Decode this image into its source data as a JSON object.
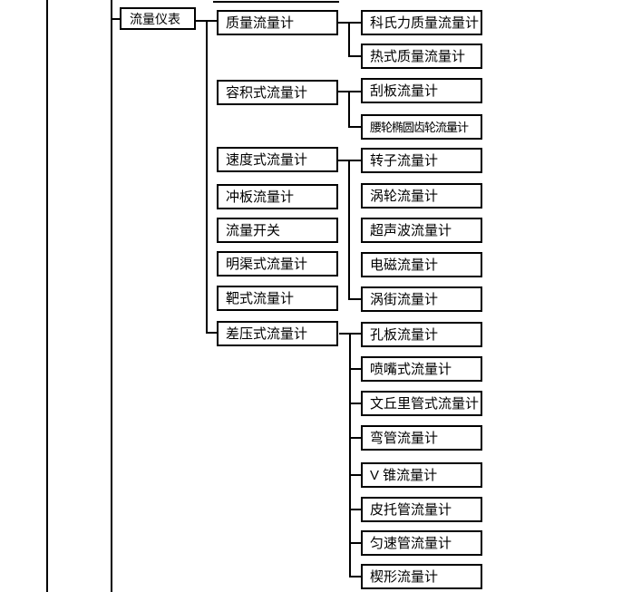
{
  "tree": {
    "root": "流量仪表",
    "branches": [
      {
        "label": "质量流量计",
        "children": [
          "科氏力质量流量计",
          "热式质量流量计"
        ]
      },
      {
        "label": "容积式流量计",
        "children": [
          "刮板流量计",
          "腰轮椭圆齿轮流量计"
        ]
      },
      {
        "label": "速度式流量计",
        "children": [
          "转子流量计",
          "涡轮流量计",
          "超声波流量计",
          "电磁流量计",
          "涡街流量计"
        ]
      },
      {
        "label": "冲板流量计",
        "children": []
      },
      {
        "label": "流量开关",
        "children": []
      },
      {
        "label": "明渠式流量计",
        "children": []
      },
      {
        "label": "靶式流量计",
        "children": []
      },
      {
        "label": "差压式流量计",
        "children": [
          "孔板流量计",
          "喷嘴式流量计",
          "文丘里管式流量计",
          "弯管流量计",
          "V 锥流量计",
          "皮托管流量计",
          "匀速管流量计",
          "楔形流量计"
        ]
      }
    ]
  },
  "colors": {
    "line": "#000000",
    "background": "#ffffff",
    "text": "#000000"
  }
}
